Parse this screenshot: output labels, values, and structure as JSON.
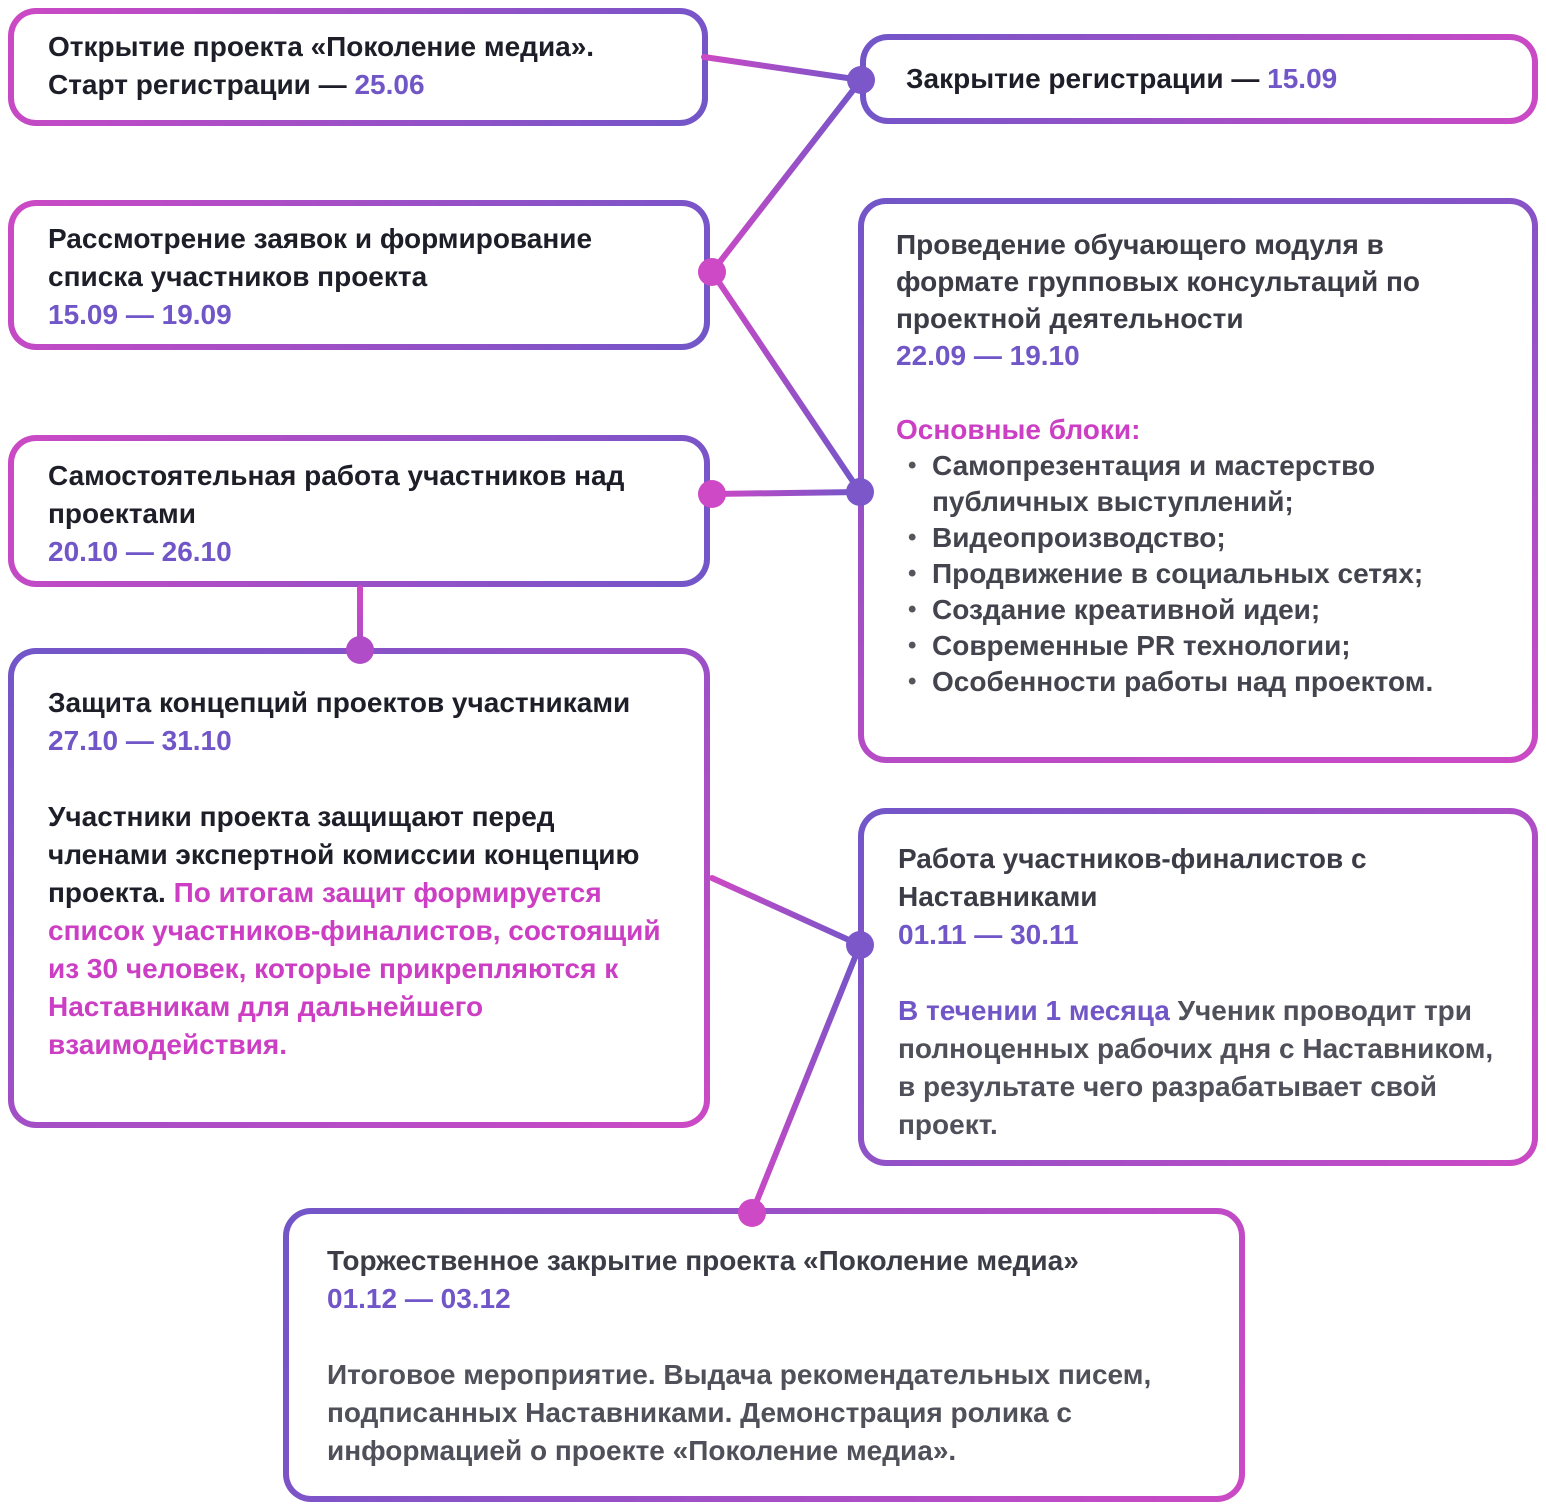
{
  "colors": {
    "accent_purple": "#7156c8",
    "accent_pink": "#cc3ec3",
    "text_dark": "#1e1e29",
    "text_muted": "#50505a"
  },
  "stages": {
    "opening": {
      "text": "Открытие проекта «Поколение медиа». Старт регистрации — ",
      "date": "25.06"
    },
    "registration_close": {
      "text": "Закрытие регистрации — ",
      "date": "15.09"
    },
    "applications": {
      "title": "Рассмотрение заявок и формирование списка участников проекта",
      "date": "15.09 — 19.09"
    },
    "training_module": {
      "title": "Проведение обучающего модуля в формате групповых консультаций по проектной деятельности",
      "date": "22.09 — 19.10",
      "blocks_label": "Основные блоки:",
      "bullets": [
        "Самопрезентация и мастерство публичных выступлений;",
        "Видеопроизводство;",
        "Продвижение в социальных сетях;",
        "Создание креативной идеи;",
        "Современные PR технологии;",
        "Особенности работы над проектом."
      ]
    },
    "independent_work": {
      "title": "Самостоятельная работа участников над проектами",
      "date": "20.10 — 26.10"
    },
    "defense": {
      "title": "Защита концепций проектов участниками",
      "date": "27.10 — 31.10",
      "body": "Участники проекта защищают перед членами экспертной комиссии концепцию проекта. ",
      "body_accent": "По итогам защит формируется список участников-финалистов, состоящий из 30 человек, которые прикрепляются к Наставникам для дальнейшего взаимодействия."
    },
    "mentors": {
      "title": "Работа участников-финалистов с Наставниками",
      "date": "01.11 — 30.11",
      "lead": "В течении 1 месяца",
      "body": " Ученик проводит три полноценных рабочих дня с Наставником, в результате чего разрабатывает свой проект."
    },
    "closing": {
      "title": "Торжественное закрытие проекта «Поколение медиа»",
      "date": "01.12 — 03.12",
      "body": "Итоговое мероприятие. Выдача рекомендательных писем, подписанных Наставниками. Демонстрация ролика с информацией о проекте «Поколение медиа»."
    }
  }
}
